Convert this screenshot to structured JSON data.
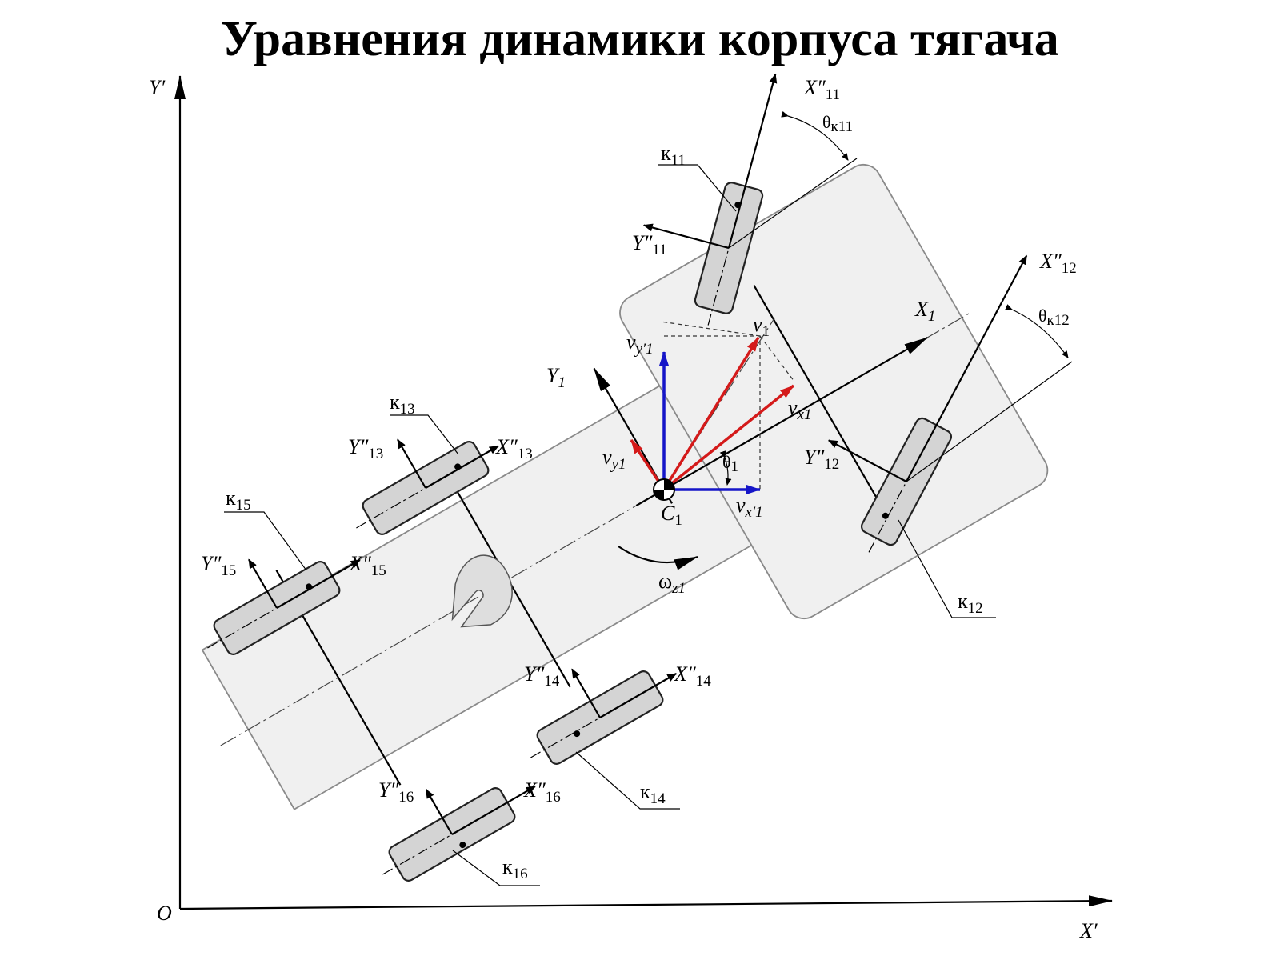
{
  "title": "Уравнения динамики корпуса тягача",
  "axes": {
    "origin": "O",
    "x_global": "X′",
    "y_global": "Y′"
  },
  "body_axes": {
    "x": "X",
    "y": "Y",
    "sub": "1"
  },
  "center": {
    "letter": "C",
    "sub": "1"
  },
  "yaw_rate": {
    "symbol": "ω",
    "sub": "z1"
  },
  "heading_angle": {
    "symbol": "θ",
    "sub": "1"
  },
  "velocities": {
    "v1": {
      "base": "v",
      "sub": "1"
    },
    "vx1": {
      "base": "v",
      "sub": "x1"
    },
    "vy1": {
      "base": "v",
      "sub": "y1"
    },
    "vx_global": {
      "base": "v",
      "sub": "x′1"
    },
    "vy_global": {
      "base": "v",
      "sub": "y′1"
    }
  },
  "wheels": [
    {
      "id": "11",
      "label_base": "к",
      "label_sub": "11",
      "x_axis": "X″",
      "y_axis": "Y″",
      "angle_label": "θ",
      "angle_sub": "к11"
    },
    {
      "id": "12",
      "label_base": "к",
      "label_sub": "12",
      "x_axis": "X″",
      "y_axis": "Y″",
      "angle_label": "θ",
      "angle_sub": "к12"
    },
    {
      "id": "13",
      "label_base": "к",
      "label_sub": "13",
      "x_axis": "X″",
      "y_axis": "Y″"
    },
    {
      "id": "14",
      "label_base": "к",
      "label_sub": "14",
      "x_axis": "X″",
      "y_axis": "Y″"
    },
    {
      "id": "15",
      "label_base": "к",
      "label_sub": "15",
      "x_axis": "X″",
      "y_axis": "Y″"
    },
    {
      "id": "16",
      "label_base": "к",
      "label_sub": "16",
      "x_axis": "X″",
      "y_axis": "Y″"
    }
  ],
  "colors": {
    "red": "#d41a1a",
    "blue": "#1515c8",
    "body_fill": "#f0f0f0",
    "wheel_fill": "#d4d4d4"
  }
}
